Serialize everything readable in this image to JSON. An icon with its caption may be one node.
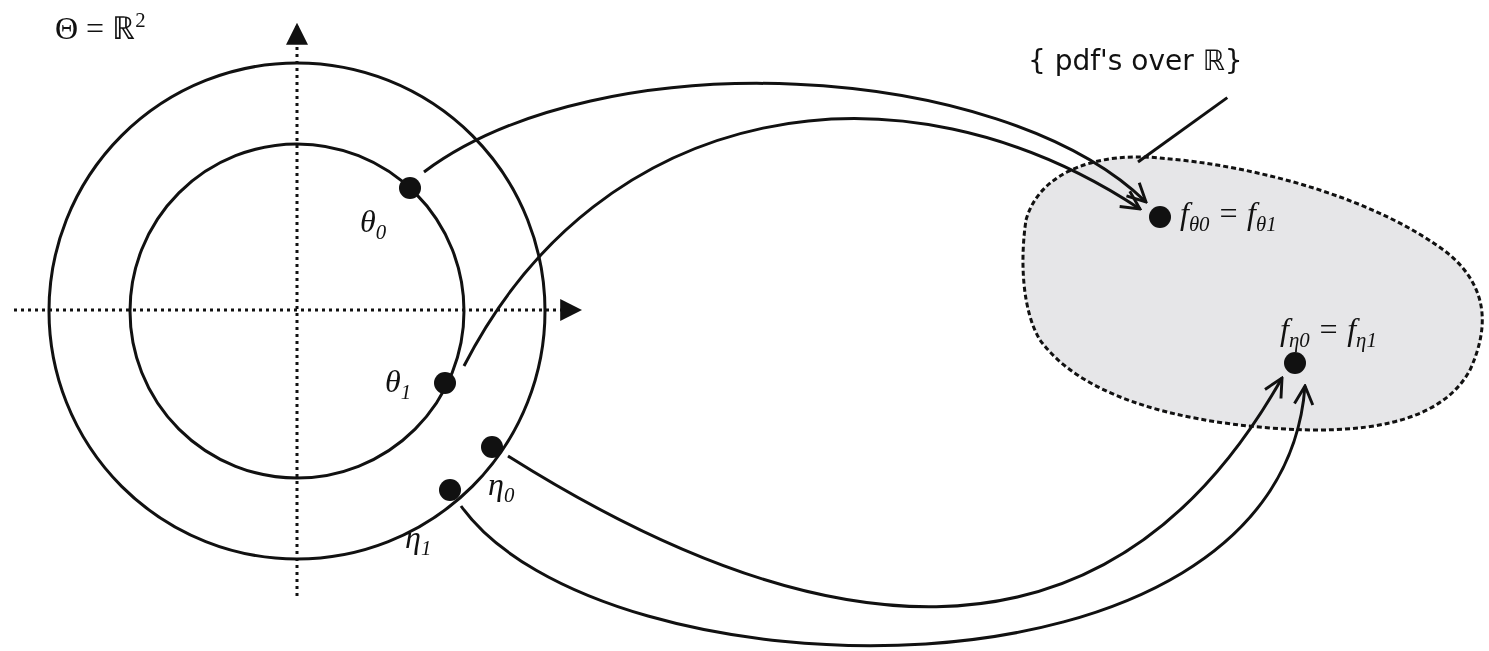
{
  "diagram": {
    "nodes": [
      {
        "text": [
          "θ$_{0}$"
        ]
      },
      {
        "text": [
          "θ$_{1}$"
        ]
      },
      {
        "text": [
          "η$_{0}$"
        ]
      },
      {
        "text": [
          "η$_{1}$"
        ]
      },
      {
        "text": [
          "{ pdf's over ℝ}"
        ]
      },
      {
        "text": [],
        "shape": "blob"
      },
      {
        "text": [
          "f$_{θ0}$ = f$_{θ1}$"
        ],
        "in": 5
      },
      {
        "text": [
          "f$_{η0}$ = f$_{η1}$"
        ],
        "in": 5
      }
    ],
    "edges": [
      {
        "from": 0,
        "to": 6,
        "arrow": "to"
      },
      {
        "from": 1,
        "to": 6,
        "arrow": "to"
      },
      {
        "from": 2,
        "to": 7,
        "arrow": "to"
      },
      {
        "from": 3,
        "to": 7,
        "arrow": "to"
      },
      {
        "from": 4,
        "to": 5,
        "arrow": "none"
      }
    ],
    "labels": [
      "Θ = ℝ$^{2}$"
    ]
  }
}
